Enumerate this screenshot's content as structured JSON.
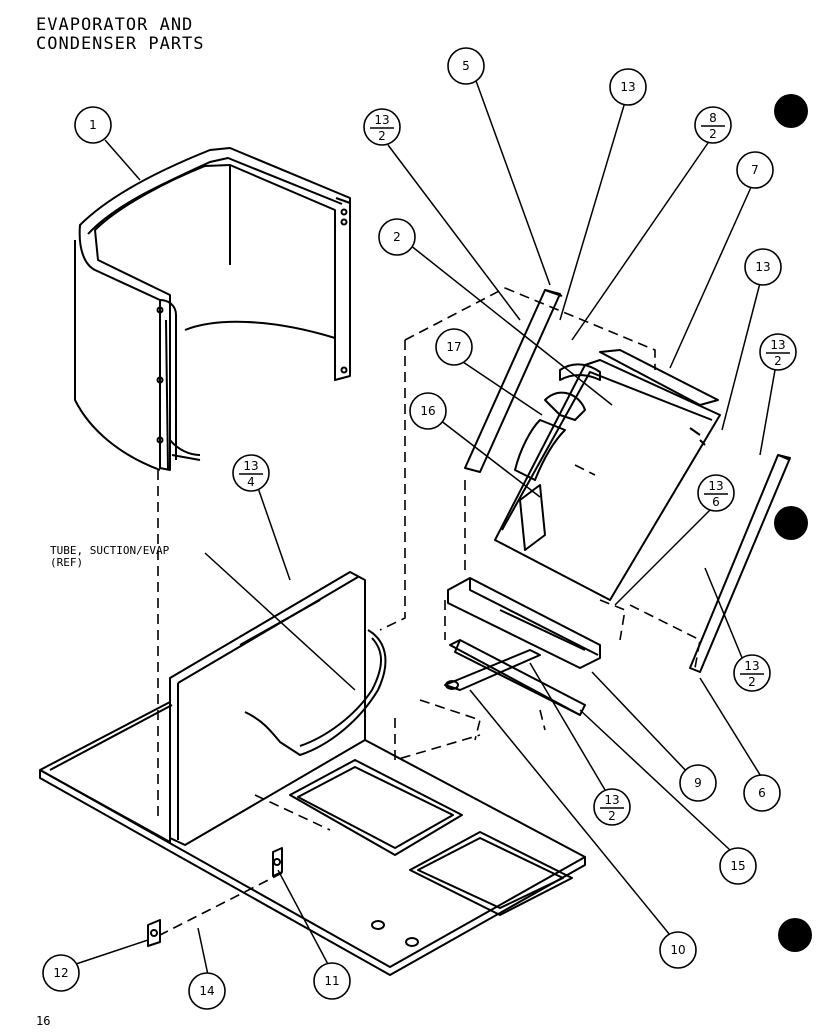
{
  "title_lines": [
    "EVAPORATOR AND",
    "CONDENSER PARTS"
  ],
  "page_number": "16",
  "reference_note_lines": [
    "TUBE, SUCTION/EVAP",
    "(REF)"
  ],
  "callouts": [
    {
      "id": "c1",
      "label": "1"
    },
    {
      "id": "c5",
      "label": "5"
    },
    {
      "id": "c13a",
      "label": "13"
    },
    {
      "id": "c13-2a",
      "num": "13",
      "den": "2"
    },
    {
      "id": "c8-2",
      "num": "8",
      "den": "2"
    },
    {
      "id": "c7",
      "label": "7"
    },
    {
      "id": "c2",
      "label": "2"
    },
    {
      "id": "c13b",
      "label": "13"
    },
    {
      "id": "c13-2b",
      "num": "13",
      "den": "2"
    },
    {
      "id": "c17",
      "label": "17"
    },
    {
      "id": "c16",
      "label": "16"
    },
    {
      "id": "c13-4",
      "num": "13",
      "den": "4"
    },
    {
      "id": "c13-6",
      "num": "13",
      "den": "6"
    },
    {
      "id": "c13-2c",
      "num": "13",
      "den": "2"
    },
    {
      "id": "c9",
      "label": "9"
    },
    {
      "id": "c6",
      "label": "6"
    },
    {
      "id": "c13-2d",
      "num": "13",
      "den": "2"
    },
    {
      "id": "c15",
      "label": "15"
    },
    {
      "id": "c10",
      "label": "10"
    },
    {
      "id": "c12",
      "label": "12"
    },
    {
      "id": "c14",
      "label": "14"
    },
    {
      "id": "c11",
      "label": "11"
    }
  ]
}
